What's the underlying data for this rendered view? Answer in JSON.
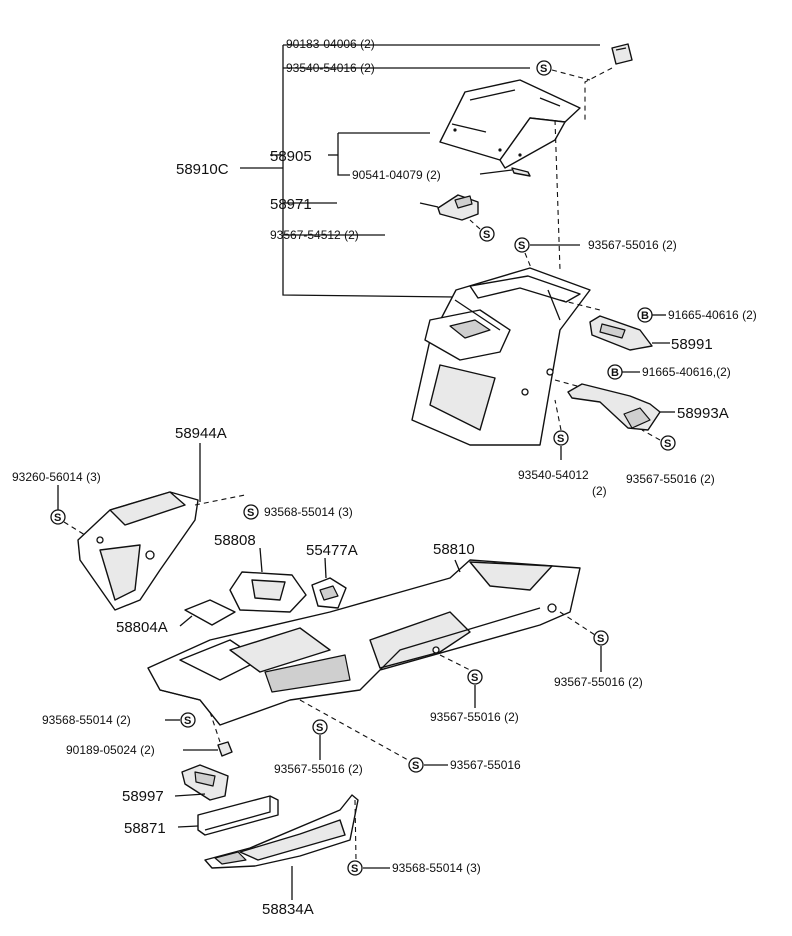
{
  "diagram": {
    "labels": {
      "p90183": "90183-04006 (2)",
      "p93540a": "93540-54016 (2)",
      "p58910C": "58910C",
      "p58905": "58905",
      "p90541": "90541-04079 (2)",
      "p58971": "58971",
      "p93567a": "93567-54512 (2)",
      "p93567b": "93567-55016 (2)",
      "p91665a": "91665-40616 (2)",
      "p58991": "58991",
      "p91665b": "91665-40616,(2)",
      "p58993A": "58993A",
      "p93540b": "93540-54012",
      "p93540b_qty": "(2)",
      "p93567c": "93567-55016 (2)",
      "p58944A": "58944A",
      "p93260": "93260-56014 (3)",
      "p93568a": "93568-55014 (3)",
      "p58808": "58808",
      "p55477A": "55477A",
      "p58810": "58810",
      "p58804A": "58804A",
      "p93567d": "93567-55016 (2)",
      "p93567e": "93567-55016 (2)",
      "p93568b": "93568-55014 (2)",
      "p90189": "90189-05024 (2)",
      "p93567f": "93567-55016 (2)",
      "p93567g": "93567-55016",
      "p58997": "58997",
      "p58871": "58871",
      "p93568c": "93568-55014 (3)",
      "p58834A": "58834A"
    },
    "symbols": {
      "screw": "S",
      "bolt": "B"
    }
  }
}
